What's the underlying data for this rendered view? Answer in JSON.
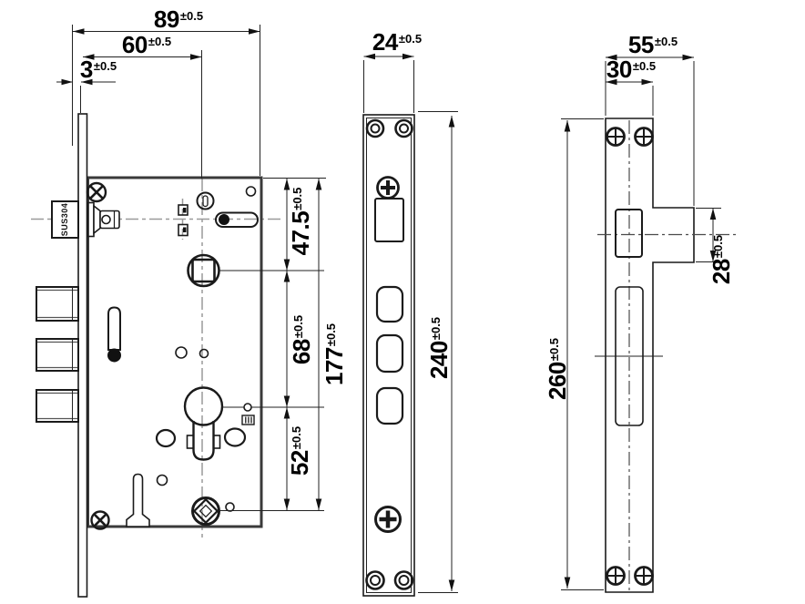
{
  "drawing": {
    "type": "mortise-lock-dimensional-drawing",
    "views": [
      "lock-body-front-view",
      "faceplate-front-view",
      "strike-plate-front-view"
    ]
  },
  "labels": {
    "material": "SUS304"
  },
  "dims": {
    "overall_depth": {
      "value": "89",
      "tol": "±0.5"
    },
    "backset": {
      "value": "60",
      "tol": "±0.5"
    },
    "faceplate_offset": {
      "value": "3",
      "tol": "±0.5"
    },
    "top_to_spindle": {
      "value": "47.5",
      "tol": "±0.5"
    },
    "spindle_to_cylinder": {
      "value": "68",
      "tol": "±0.5"
    },
    "cylinder_to_bottom": {
      "value": "52",
      "tol": "±0.5"
    },
    "case_height": {
      "value": "177",
      "tol": "±0.5"
    },
    "faceplate_width": {
      "value": "24",
      "tol": "±0.5"
    },
    "faceplate_height": {
      "value": "240",
      "tol": "±0.5"
    },
    "strike_width_overall": {
      "value": "55",
      "tol": "±0.5"
    },
    "strike_width_body": {
      "value": "30",
      "tol": "±0.5"
    },
    "strike_height": {
      "value": "260",
      "tol": "±0.5"
    },
    "strike_tab_height": {
      "value": "28",
      "tol": "±0.5"
    }
  }
}
